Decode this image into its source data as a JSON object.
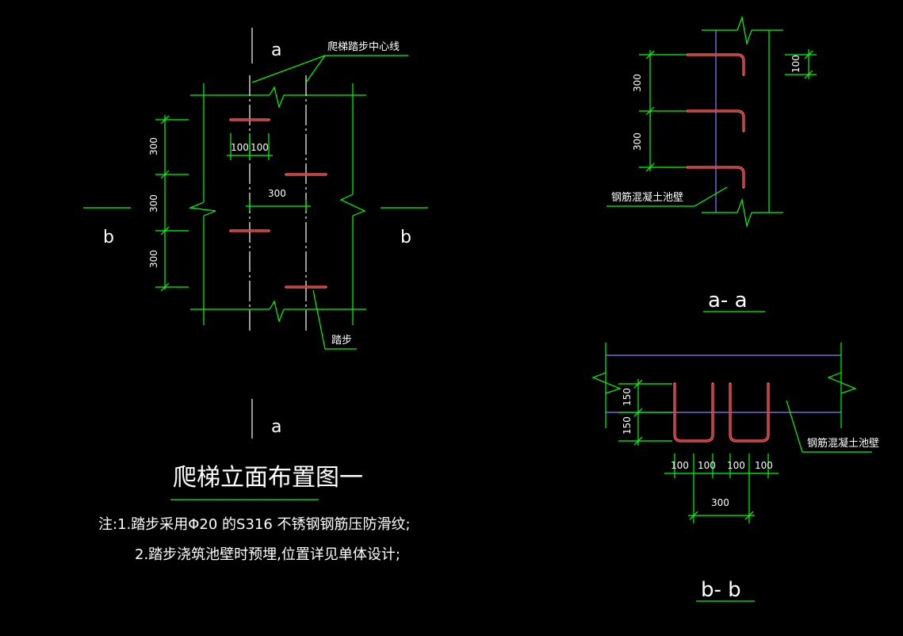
{
  "elevation": {
    "section_mark_a_top": "a",
    "section_mark_a_bottom": "a",
    "section_mark_b_left": "b",
    "section_mark_b_right": "b",
    "leader_center_line": "爬梯踏步中心线",
    "leader_step": "踏步",
    "dim_vertical": [
      "300",
      "300",
      "300"
    ],
    "dim_h1": "100",
    "dim_h2": "100",
    "dim_h3": "300",
    "title": "爬梯立面布置图一"
  },
  "notes": {
    "line1": "注:1.踏步采用Φ20 的S316 不锈钢钢筋压防滑纹;",
    "line2": "2.踏步浇筑池壁时预埋,位置详见单体设计;"
  },
  "section_aa": {
    "dim_vertical": [
      "300",
      "300"
    ],
    "dim_side": "100",
    "leader": "钢筋混凝土池壁",
    "title": "a- a"
  },
  "section_bb": {
    "dim_vertical": [
      "150",
      "150"
    ],
    "dim_bottom": [
      "100",
      "100",
      "100",
      "100"
    ],
    "dim_total": "300",
    "leader": "钢筋混凝土池壁",
    "title": "b- b"
  },
  "colors": {
    "line": "#00ff00",
    "text": "#ffffff",
    "bar": "#ff6a6a",
    "wall": "#8a7fff",
    "bg": "#000000"
  }
}
